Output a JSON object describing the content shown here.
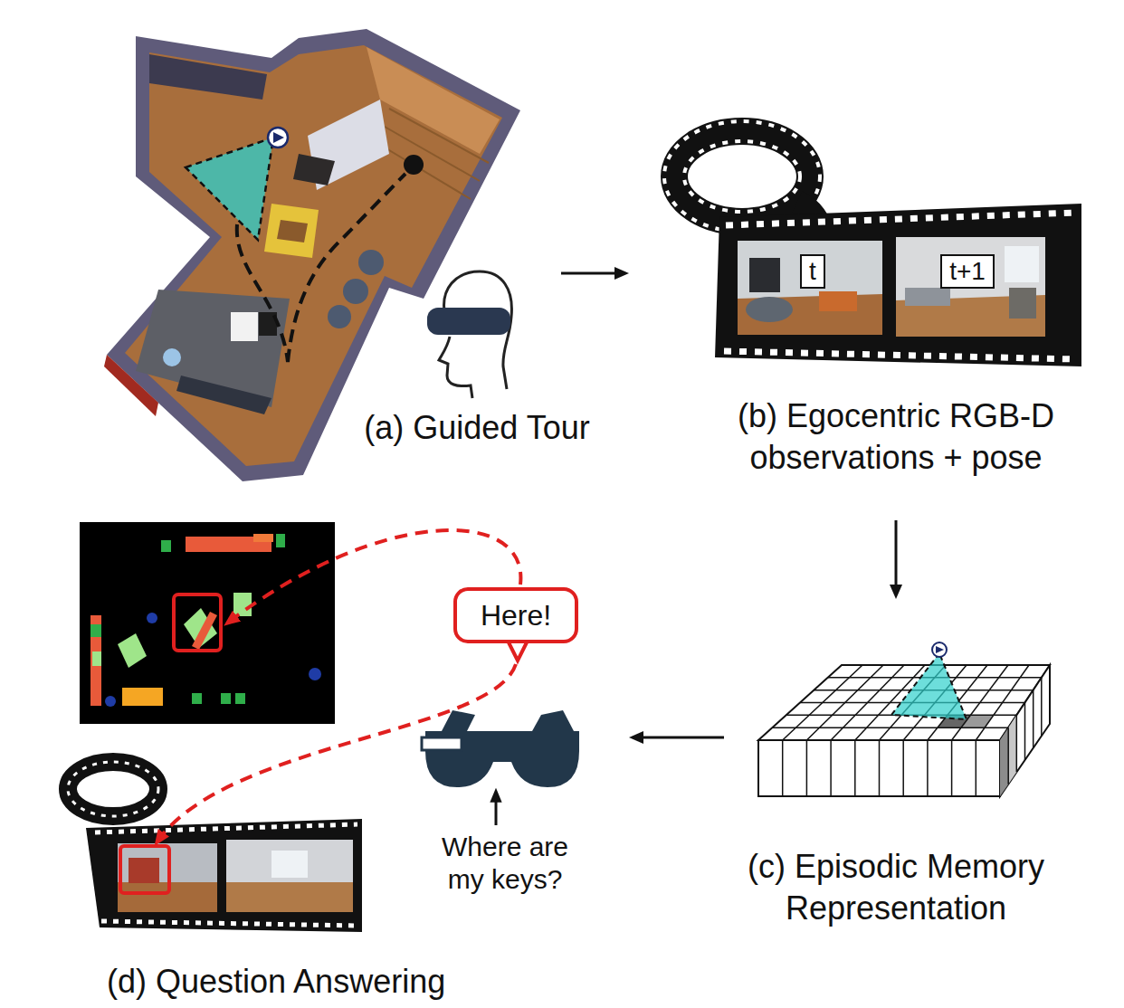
{
  "diagram": {
    "nodes": [
      {
        "text": [
          "(a) Guided Tour"
        ]
      },
      {
        "text": [
          "(b) Egocentric RGB-D observations + pose"
        ]
      },
      {
        "text": [
          "t"
        ],
        "in": 1
      },
      {
        "text": [
          "t+1"
        ],
        "in": 1
      },
      {
        "text": [
          "(c) Episodic Memory Representation"
        ]
      },
      {
        "text": [
          "(d) Question Answering"
        ]
      },
      {
        "text": [
          "Here!"
        ],
        "in": 5
      }
    ],
    "edges": [
      {
        "from": 0,
        "to": 1,
        "arrow": "to"
      },
      {
        "from": 1,
        "to": 4,
        "arrow": "to"
      },
      {
        "from": 4,
        "to": 5,
        "arrow": "to"
      }
    ],
    "labels": [
      "Where are my keys?"
    ]
  }
}
